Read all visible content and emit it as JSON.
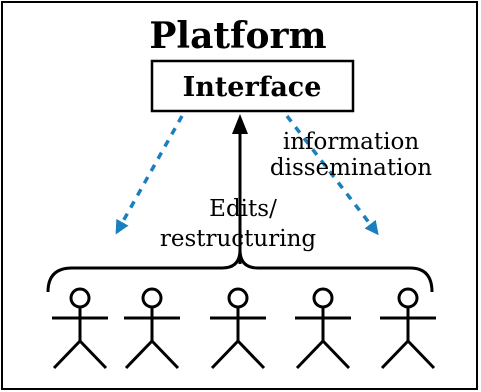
{
  "title": "Platform",
  "interface_label": "Interface",
  "information_label": [
    "information",
    "dissemination"
  ],
  "edits_label": [
    "Edits/",
    "restructuring"
  ],
  "users": [
    {
      "id": "user-1"
    },
    {
      "id": "user-2"
    },
    {
      "id": "user-3"
    },
    {
      "id": "user-4"
    },
    {
      "id": "user-5"
    }
  ],
  "colors": {
    "arrow_blue": "#1a7fbf",
    "line": "#000000"
  }
}
